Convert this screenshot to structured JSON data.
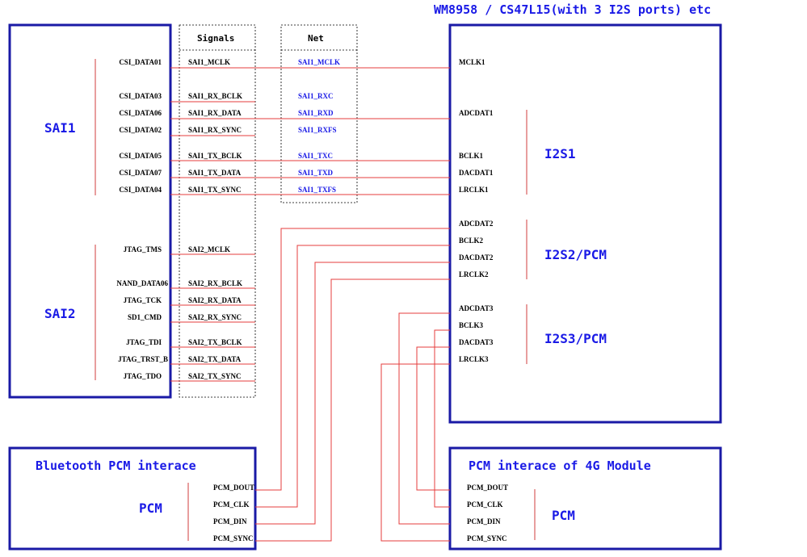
{
  "header": {
    "title": "WM8958 / CS47L15(with 3 I2S ports) etc"
  },
  "soc": {
    "sai1_label": "SAI1",
    "sai2_label": "SAI2",
    "sai1_pins": [
      "CSI_DATA01",
      "CSI_DATA03",
      "CSI_DATA06",
      "CSI_DATA02",
      "CSI_DATA05",
      "CSI_DATA07",
      "CSI_DATA04"
    ],
    "sai2_pins": [
      "JTAG_TMS",
      "NAND_DATA06",
      "JTAG_TCK",
      "SD1_CMD",
      "JTAG_TDI",
      "JTAG_TRST_B",
      "JTAG_TDO"
    ]
  },
  "signals": {
    "header": "Signals",
    "sai1": [
      "SAI1_MCLK",
      "SAI1_RX_BCLK",
      "SAI1_RX_DATA",
      "SAI1_RX_SYNC",
      "SAI1_TX_BCLK",
      "SAI1_TX_DATA",
      "SAI1_TX_SYNC"
    ],
    "sai2": [
      "SAI2_MCLK",
      "SAI2_RX_BCLK",
      "SAI2_RX_DATA",
      "SAI2_RX_SYNC",
      "SAI2_TX_BCLK",
      "SAI2_TX_DATA",
      "SAI2_TX_SYNC"
    ]
  },
  "net": {
    "header": "Net",
    "items": [
      "SAI1_MCLK",
      "SAI1_RXC",
      "SAI1_RXD",
      "SAI1_RXFS",
      "SAI1_TXC",
      "SAI1_TXD",
      "SAI1_TXFS"
    ]
  },
  "codec": {
    "i2s1_label": "I2S1",
    "i2s2_label": "I2S2/PCM",
    "i2s3_label": "I2S3/PCM",
    "pins": [
      "MCLK1",
      "ADCDAT1",
      "BCLK1",
      "DACDAT1",
      "LRCLK1",
      "ADCDAT2",
      "BCLK2",
      "DACDAT2",
      "LRCLK2",
      "ADCDAT3",
      "BCLK3",
      "DACDAT3",
      "LRCLK3"
    ]
  },
  "bluetooth": {
    "title": "Bluetooth PCM interace",
    "pcm_label": "PCM",
    "pins": [
      "PCM_DOUT",
      "PCM_CLK",
      "PCM_DIN",
      "PCM_SYNC"
    ]
  },
  "module4g": {
    "title": "PCM interace of 4G Module",
    "pcm_label": "PCM",
    "pins": [
      "PCM_DOUT",
      "PCM_CLK",
      "PCM_DIN",
      "PCM_SYNC"
    ]
  }
}
